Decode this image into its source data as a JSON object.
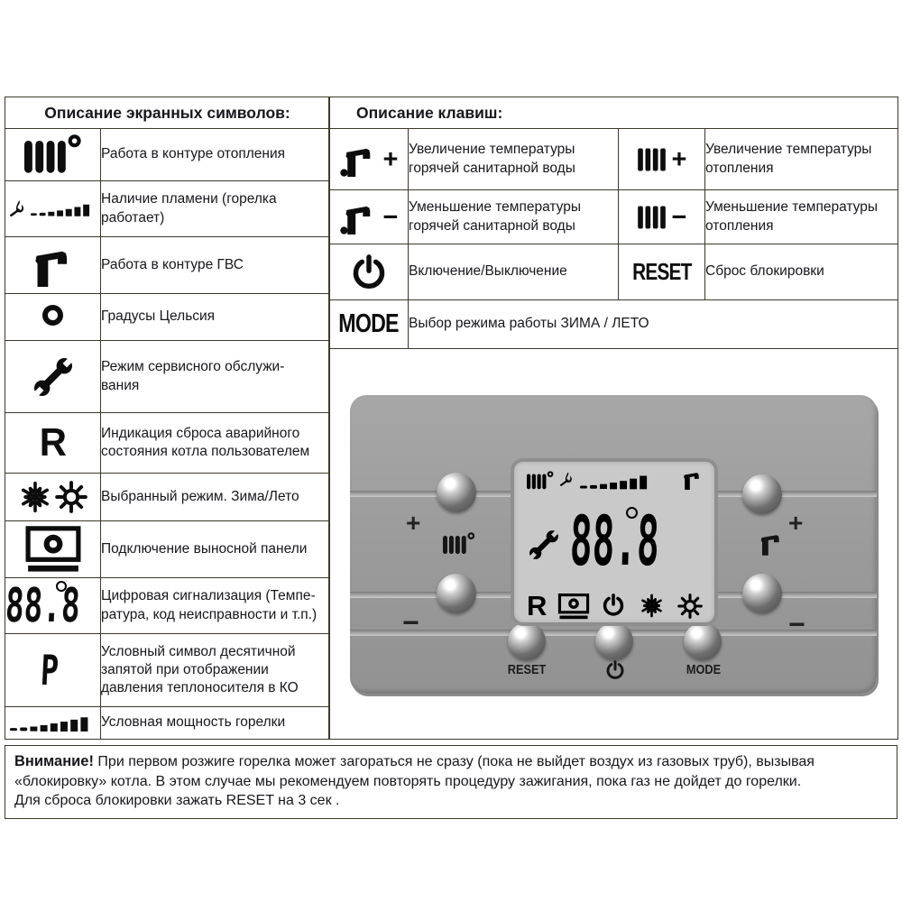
{
  "colors": {
    "table_border": "#3c382b",
    "text": "#17171c",
    "panel_body": "#9c9c9c",
    "panel_button": "#585858",
    "lcd_screen": "#c9c9c9",
    "lcd_glyph": "#000000"
  },
  "symbols_table": {
    "title": "Описание экранных символов:",
    "rows": [
      {
        "icon": "radiator-degree-icon",
        "label": "Работа в контуре отопления"
      },
      {
        "icon": "flame-with-power-bars-icon",
        "label": "Наличие пламени (горелка\nработает)"
      },
      {
        "icon": "dhw-tap-icon",
        "label": "Работа в контуре ГВС"
      },
      {
        "icon": "degree-ring-icon",
        "label": "Градусы Цельсия"
      },
      {
        "icon": "service-wrench-icon",
        "label": "Режим сервисного обслужи-\nвания"
      },
      {
        "icon": "reset-indication-r",
        "icon_text": "R",
        "label": "Индикация сброса аварийного\nсостояния котла пользователем"
      },
      {
        "icon": "winter-snowflake-and-summer-sun-icon",
        "label": "Выбранный режим. Зима/Лето"
      },
      {
        "icon": "remote-panel-icon",
        "label": "Подключение выносной панели"
      },
      {
        "icon": "digital-display-icon",
        "icon_text": "88.8",
        "label": "Цифровая сигнализация (Темпе-\nратура, код неисправности и т.п.)"
      },
      {
        "icon": "decimal-point-symbol",
        "icon_text": "P",
        "label": "Условный символ десятичной\nзапятой при отображении\nдавления теплоносителя в КО"
      },
      {
        "icon": "burner-power-bars-icon",
        "label": "Условная мощность горелки"
      }
    ]
  },
  "keys_table": {
    "title": "Описание клавиш:",
    "plus": "+",
    "minus": "−",
    "rows": [
      {
        "icon": "dhw-tap-plus-icon",
        "label": "Увеличение температуры\nгорячей санитарной воды",
        "icon2": "heating-radiator-plus-icon",
        "label2": "Увеличение температуры\nотопления"
      },
      {
        "icon": "dhw-tap-minus-icon",
        "label": "Уменьшение температуры\nгорячей санитарной воды",
        "icon2": "heating-radiator-minus-icon",
        "label2": "Уменьшение температуры\nотопления"
      },
      {
        "icon": "power-icon",
        "label": "Включение/Выключение",
        "icon2_text": "RESET",
        "label2": "Сброс блокировки"
      },
      {
        "icon_text": "MODE",
        "label": "Выбор режима работы ЗИМА / ЛЕТО"
      }
    ]
  },
  "panel": {
    "plus": "+",
    "minus": "−",
    "reset_label": "RESET",
    "mode_label": "MODE",
    "lcd_r": "R",
    "display": {
      "full": "88.8",
      "deg": "°"
    }
  },
  "warning": {
    "title": "Внимание!",
    "body": " При первом розжиге горелка может загораться не сразу (пока не выйдет воздух из газовых труб), вызывая\n«блокировку» котла. В этом случае мы рекомендуем повторять процедуру зажигания, пока газ не дойдет до горелки.\nДля сброса блокировки зажать RESET на 3 сек ."
  }
}
